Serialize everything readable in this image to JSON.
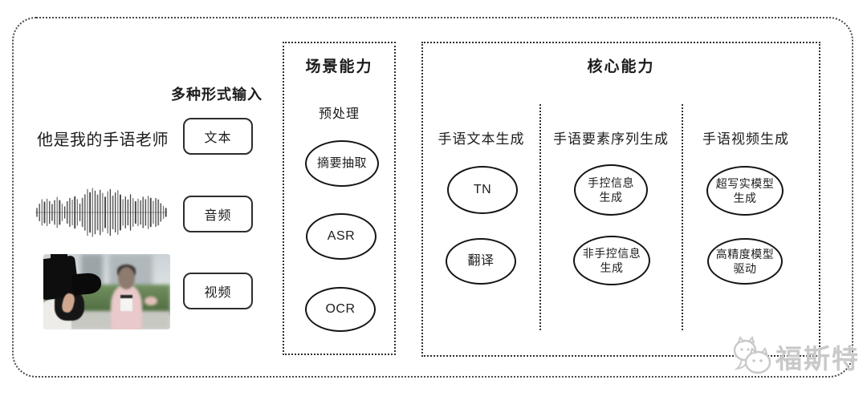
{
  "input_section": {
    "title": "多种形式输入",
    "sample_text": "他是我的手语老师",
    "items": [
      {
        "label": "文本"
      },
      {
        "label": "音频"
      },
      {
        "label": "视频"
      }
    ],
    "media_icons": [
      "audio-waveform-icon",
      "reporter-photo"
    ]
  },
  "scene_section": {
    "title": "场景能力",
    "subtitle": "预处理",
    "nodes": [
      {
        "lines": [
          "摘要抽取"
        ]
      },
      {
        "lines": [
          "ASR"
        ]
      },
      {
        "lines": [
          "OCR"
        ]
      }
    ]
  },
  "core_section": {
    "title": "核心能力",
    "columns": [
      {
        "header": "手语文本生成",
        "nodes": [
          {
            "lines": [
              "TN",
              ""
            ]
          },
          {
            "lines": [
              "翻译",
              ""
            ]
          }
        ]
      },
      {
        "header": "手语要素序列生成",
        "nodes": [
          {
            "lines": [
              "手控信息",
              "生成"
            ]
          },
          {
            "lines": [
              "非手控信息",
              "生成"
            ]
          }
        ]
      },
      {
        "header": "手语视频生成",
        "nodes": [
          {
            "lines": [
              "超写实模型",
              "生成"
            ]
          },
          {
            "lines": [
              "高精度模型",
              "驱动"
            ]
          }
        ]
      }
    ]
  },
  "watermark": {
    "text": "福斯特"
  },
  "colors": {
    "line": "#2f2f2f",
    "ellipse_border": "#141414",
    "watermark": "#c9c9c9",
    "background": "#ffffff"
  }
}
